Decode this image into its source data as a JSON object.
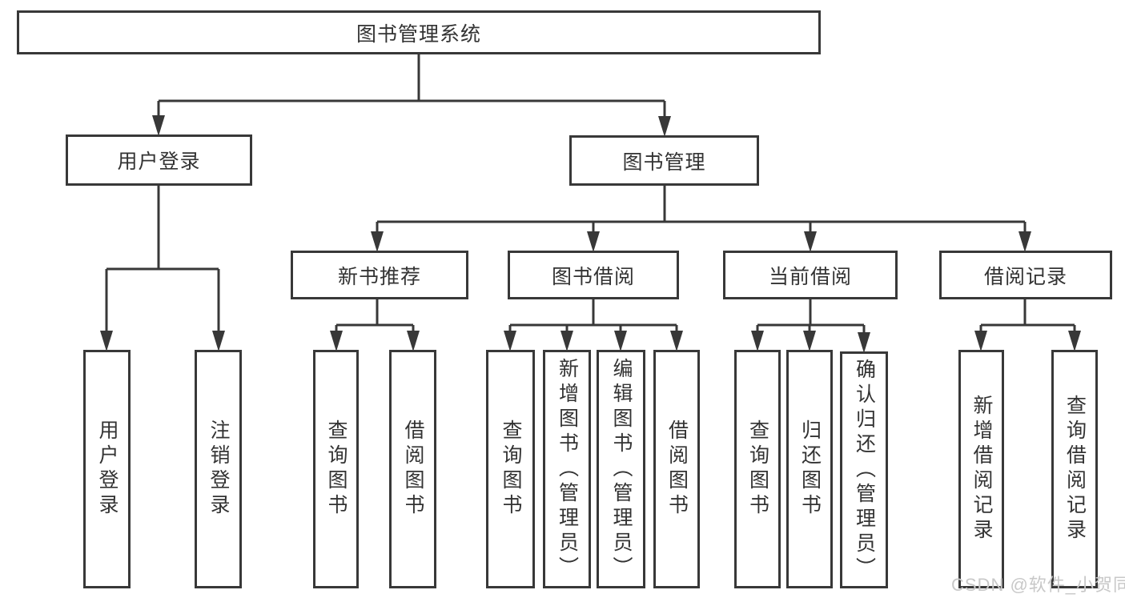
{
  "colors": {
    "line": "#383838",
    "box_border": "#383838",
    "box_background": "#ffffff",
    "text": "#333333",
    "watermark": "#c8c8c8",
    "page_background": "#ffffff"
  },
  "watermark": {
    "text": "CSDN @软件_小贺同学"
  },
  "nodes": {
    "root": {
      "label": "图书管理系统"
    },
    "level2": {
      "user_login": {
        "label": "用户登录",
        "parent": "图书管理系统"
      },
      "book_mgmt": {
        "label": "图书管理",
        "parent": "图书管理系统"
      }
    },
    "level3": {
      "new_book": {
        "label": "新书推荐",
        "parent": "图书管理"
      },
      "book_borrow": {
        "label": "图书借阅",
        "parent": "图书管理"
      },
      "current_borrow": {
        "label": "当前借阅",
        "parent": "图书管理"
      },
      "borrow_record": {
        "label": "借阅记录",
        "parent": "图书管理"
      }
    },
    "leaves": {
      "l1": {
        "label": "用户登录",
        "parent": "用户登录"
      },
      "l2": {
        "label": "注销登录",
        "parent": "用户登录"
      },
      "l3": {
        "label": "查询图书",
        "parent": "新书推荐"
      },
      "l4": {
        "label": "借阅图书",
        "parent": "新书推荐"
      },
      "l5": {
        "label": "查询图书",
        "parent": "图书借阅"
      },
      "l6": {
        "label": "新增图书（管理员）",
        "parent": "图书借阅"
      },
      "l7": {
        "label": "编辑图书（管理员）",
        "parent": "图书借阅"
      },
      "l8": {
        "label": "借阅图书",
        "parent": "图书借阅"
      },
      "l9": {
        "label": "查询图书",
        "parent": "当前借阅"
      },
      "l10": {
        "label": "归还图书",
        "parent": "当前借阅"
      },
      "l11": {
        "label": "确认归还（管理员）",
        "parent": "当前借阅"
      },
      "l12": {
        "label": "新增借阅记录",
        "parent": "借阅记录"
      },
      "l13": {
        "label": "查询借阅记录",
        "parent": "借阅记录"
      }
    }
  }
}
